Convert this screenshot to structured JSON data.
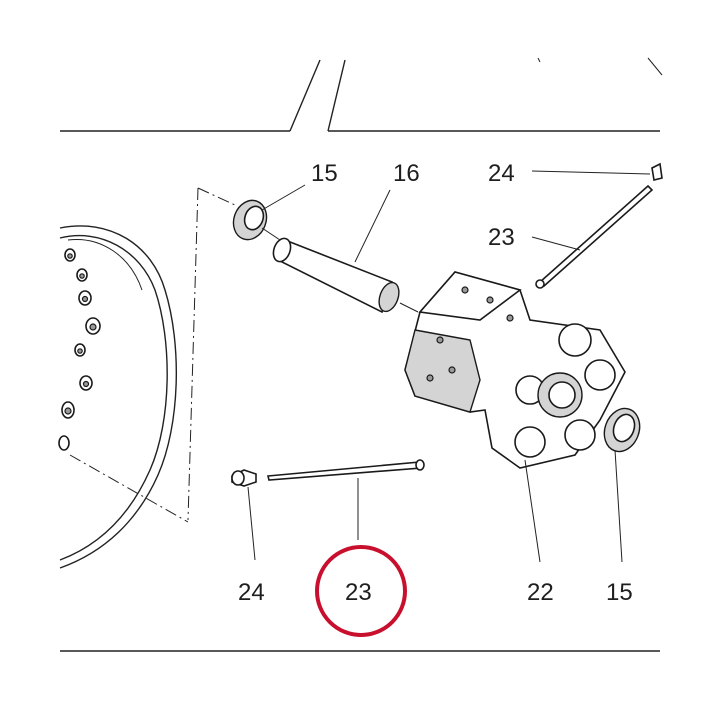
{
  "callouts": {
    "bearing_top": "15",
    "spacer_tube": "16",
    "screw_top": "24",
    "rod_top": "23",
    "screw_bottom": "24",
    "rod_bottom": "23",
    "hub": "22",
    "bearing_bottom": "15"
  },
  "colors": {
    "highlight_ring": "#c8102e",
    "line": "#222222"
  }
}
